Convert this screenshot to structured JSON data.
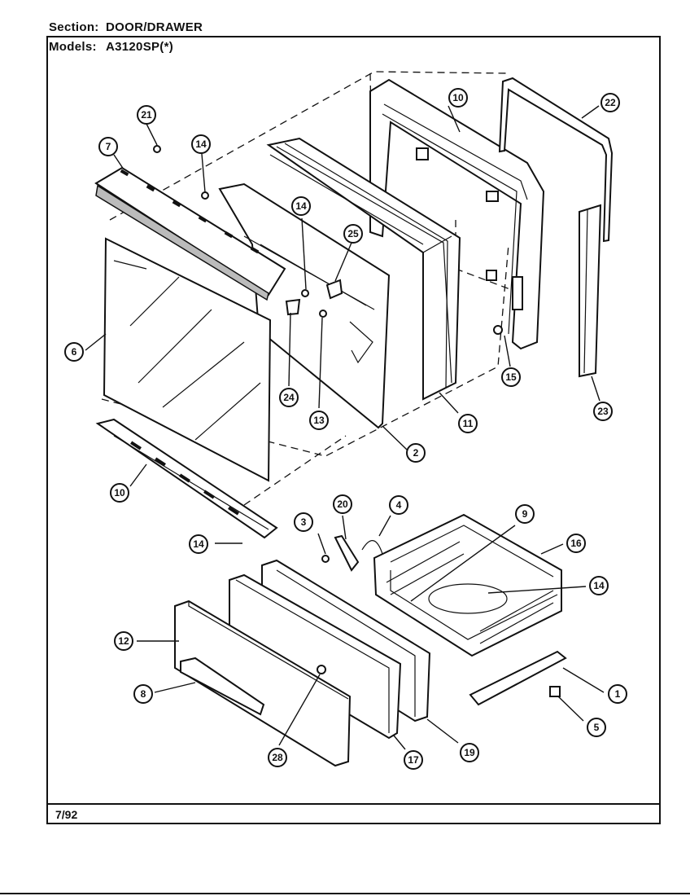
{
  "header": {
    "section_key": "Section:",
    "section_value": "DOOR/DRAWER",
    "models_key": "Models:",
    "models_value": "A3120SP(*)"
  },
  "footer": {
    "date": "7/92"
  },
  "callouts": [
    {
      "id": "c21",
      "label": "21",
      "part": "screw"
    },
    {
      "id": "c7",
      "label": "7",
      "part": "vent-trim"
    },
    {
      "id": "c14a",
      "label": "14",
      "part": "screw"
    },
    {
      "id": "c10a",
      "label": "10",
      "part": "inner-door-frame"
    },
    {
      "id": "c22",
      "label": "22",
      "part": "door-gasket"
    },
    {
      "id": "c14b",
      "label": "14",
      "part": "screw"
    },
    {
      "id": "c25",
      "label": "25",
      "part": "bracket"
    },
    {
      "id": "c6",
      "label": "6",
      "part": "door-glass"
    },
    {
      "id": "c24",
      "label": "24",
      "part": "hinge-clip"
    },
    {
      "id": "c13",
      "label": "13",
      "part": "screw"
    },
    {
      "id": "c2",
      "label": "2",
      "part": "door-liner"
    },
    {
      "id": "c11",
      "label": "11",
      "part": "insulation"
    },
    {
      "id": "c15",
      "label": "15",
      "part": "hinge"
    },
    {
      "id": "c23",
      "label": "23",
      "part": "side-trim"
    },
    {
      "id": "c10b",
      "label": "10",
      "part": "bottom-trim"
    },
    {
      "id": "c3",
      "label": "3",
      "part": "screw"
    },
    {
      "id": "c20",
      "label": "20",
      "part": "latch"
    },
    {
      "id": "c4",
      "label": "4",
      "part": "spring"
    },
    {
      "id": "c9",
      "label": "9",
      "part": "clip"
    },
    {
      "id": "c16",
      "label": "16",
      "part": "drawer-body"
    },
    {
      "id": "c14c",
      "label": "14",
      "part": "screw"
    },
    {
      "id": "c14d",
      "label": "14",
      "part": "screw"
    },
    {
      "id": "c12",
      "label": "12",
      "part": "drawer-front"
    },
    {
      "id": "c8",
      "label": "8",
      "part": "handle"
    },
    {
      "id": "c1",
      "label": "1",
      "part": "drawer-slide"
    },
    {
      "id": "c5",
      "label": "5",
      "part": "roller"
    },
    {
      "id": "c28",
      "label": "28",
      "part": "screw"
    },
    {
      "id": "c17",
      "label": "17",
      "part": "insulation"
    },
    {
      "id": "c19",
      "label": "19",
      "part": "drawer-panel"
    }
  ]
}
